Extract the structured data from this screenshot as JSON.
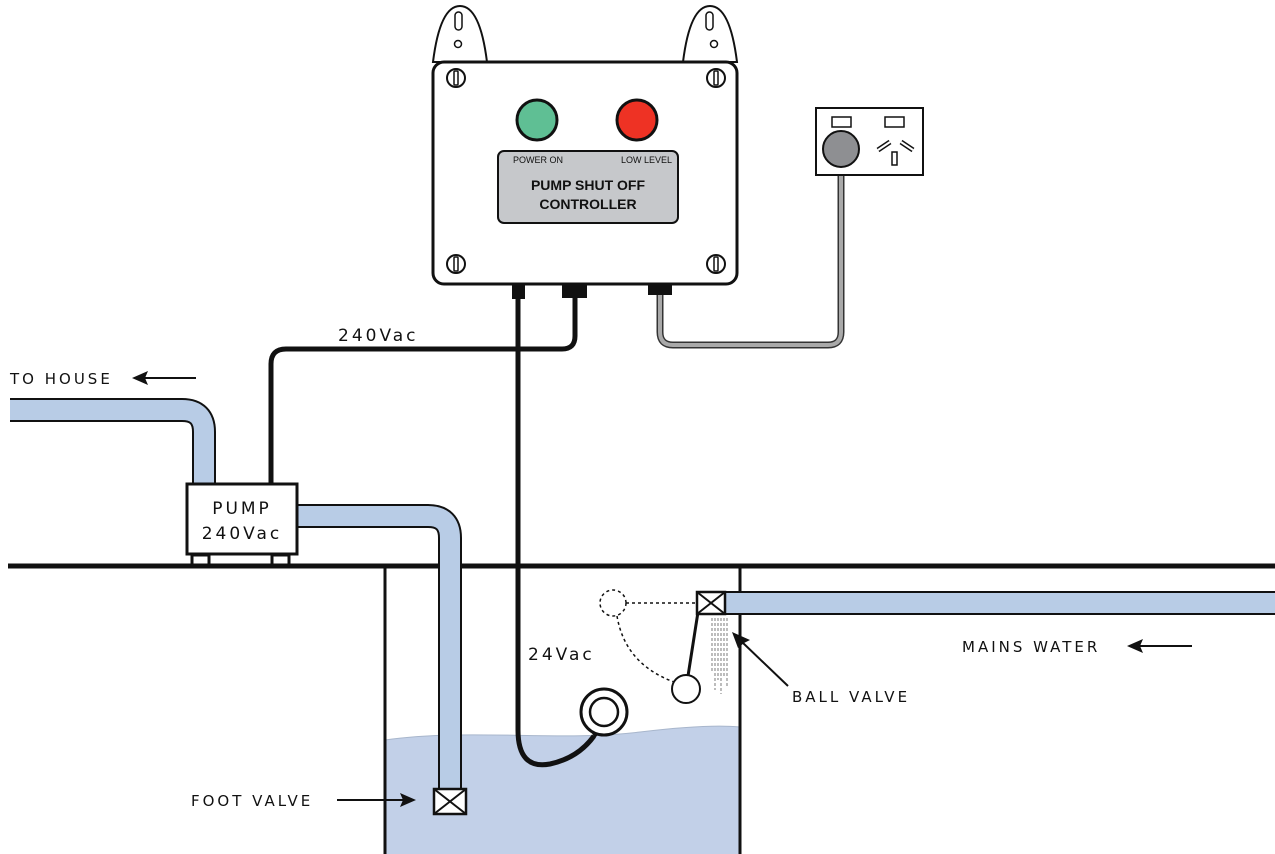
{
  "labels": {
    "to_house": "TO HOUSE",
    "pump_line1": "PUMP",
    "pump_line2": "240Vac",
    "supply_voltage": "240Vac",
    "sensor_voltage": "24Vac",
    "mains_water": "MAINS WATER",
    "ball_valve": "BALL VALVE",
    "foot_valve": "FOOT VALVE"
  },
  "controller": {
    "indicator_power": "POWER ON",
    "indicator_low": "LOW LEVEL",
    "title_line1": "PUMP SHUT OFF",
    "title_line2": "CONTROLLER"
  },
  "colors": {
    "water": "#c2d0e8",
    "pipe": "#b8cce6",
    "power_led": "#5fbf94",
    "low_led": "#ee3224",
    "label_plate": "#c6c8cb",
    "outlet_plug": "#8e8f92",
    "cable_grey": "#a9a9a9"
  }
}
